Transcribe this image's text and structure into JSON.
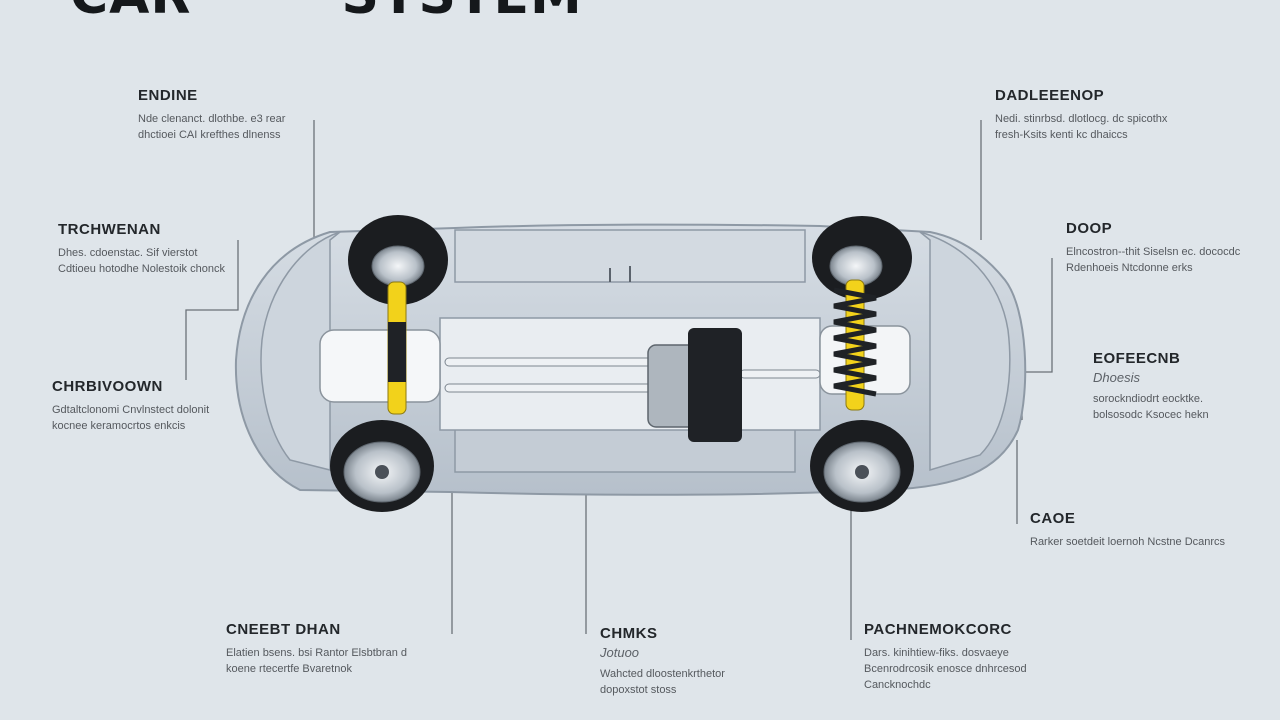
{
  "title": {
    "left": "CAR",
    "right": "SYSTEM"
  },
  "callouts": [
    {
      "id": "engine",
      "heading": "ENDINE",
      "text": "Nde clenanct. dlothbe. e3 rear dhctioei CAI krefthes dlnenss"
    },
    {
      "id": "transmission",
      "heading": "TRCHWENAN",
      "text": "Dhes. cdoenstac. Sif vierstot Cdtioeu hotodhe Nolestoik chonck"
    },
    {
      "id": "carbivodwn",
      "heading": "CHRBIVOOWN",
      "text": "Gdtaltclonomi Cnvlnstect dolonit kocnee keramocrtos enkcis"
    },
    {
      "id": "dadleeenop",
      "heading": "DADLEEENOP",
      "text": "Nedi. stinrbsd. dlotlocg. dc spicothx fresh-Ksits kenti kc dhaiccs"
    },
    {
      "id": "doop",
      "heading": "DOOP",
      "text": "Elncostron--thit Siselsn ec. dococdc Rdenhoeis Ntcdonne erks"
    },
    {
      "id": "eofeecnb",
      "heading": "EOFEECNB",
      "subheading": "Dhoesis",
      "text": "sorockndiodrt eocktke. bolsosodc Ksocec hekn"
    },
    {
      "id": "caoe",
      "heading": "CAOE",
      "text": "Rarker soetdeit loernoh Ncstne Dcanrcs"
    },
    {
      "id": "cneebt-dhan",
      "heading": "CNEEBT DHAN",
      "text": "Elatien bsens. bsi Rantor Elsbtbran d koene rtecertfe Bvaretnok"
    },
    {
      "id": "chmks",
      "heading": "CHMKS",
      "subheading": "Jotuoo",
      "text": "Wahcted dloostenkrthetor dopoxstot stoss"
    },
    {
      "id": "pachnemokcorc",
      "heading": "PACHNEMOKCORC",
      "text": "Dars. kinihtiew-fiks. dosvaeye Bcenrodrcosik enosce dnhrcesod Cancknochdc"
    }
  ],
  "colors": {
    "background": "#dfe5ea",
    "body": "#c7d0da",
    "tire": "#1b1d20",
    "strut": "#f2d21b",
    "leader": "#6b7178"
  }
}
